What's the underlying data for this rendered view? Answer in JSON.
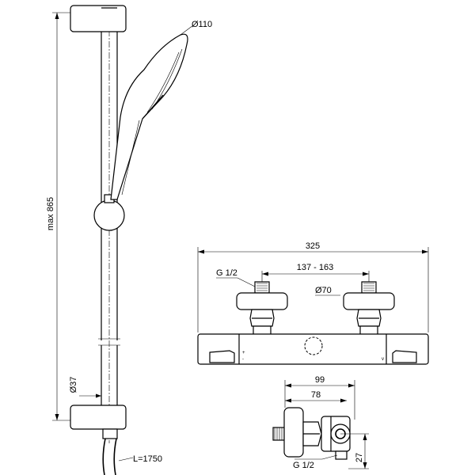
{
  "dimensions": {
    "max_height": "max 865",
    "handshower_diameter": "Ø110",
    "rail_diameter": "Ø37",
    "hose_length": "L=1750",
    "mixer_width": "325",
    "inlet_spacing": "137 - 163",
    "inlet_thread_top": "G 1/2",
    "escutcheon_diameter": "Ø70",
    "projection_total": "99",
    "projection_body": "78",
    "inlet_thread_side": "G 1/2",
    "outlet_offset": "27"
  }
}
